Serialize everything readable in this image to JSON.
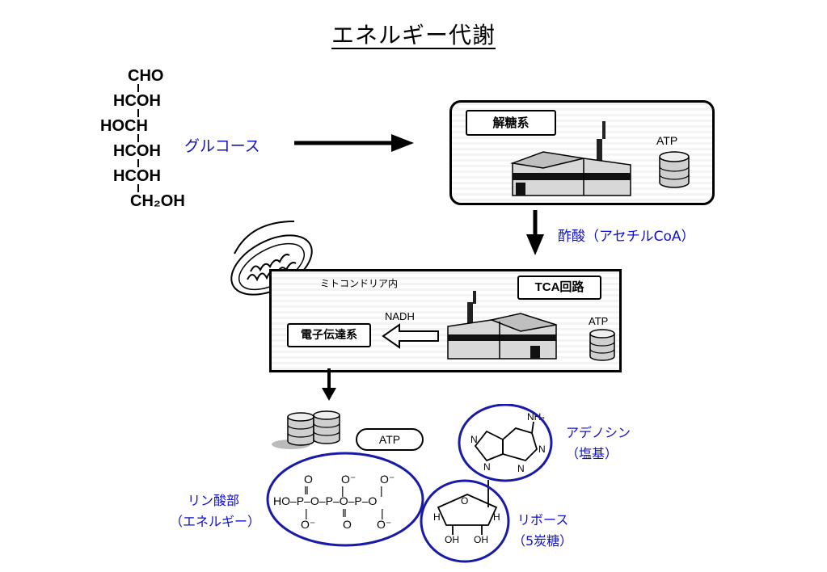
{
  "title": "エネルギー代謝",
  "glucose": {
    "structure_lines": [
      "CHO",
      "HCOH",
      "HOCH",
      "HCOH",
      "HCOH",
      "CH₂OH"
    ],
    "label": "グルコース"
  },
  "glycolysis": {
    "box_label": "解糖系",
    "atp_label": "ATP"
  },
  "acetate_label": "酢酸（アセチルCoA）",
  "mitochondria": {
    "inner_label": "ミトコンドリア内",
    "tca_label": "TCA回路",
    "nadh_label": "NADH",
    "etc_label": "電子伝達系",
    "atp_label": "ATP"
  },
  "atp_product_label": "ATP",
  "phosphate": {
    "label_line1": "リン酸部",
    "label_line2": "（エネルギー）"
  },
  "ribose": {
    "label_line1": "リボース",
    "label_line2": "（5炭糖）"
  },
  "adenosine": {
    "label_line1": "アデノシン",
    "label_line2": "（塩基）"
  },
  "colors": {
    "annotation_blue": "#1010c8",
    "ring_blue": "#1a1aa8"
  }
}
